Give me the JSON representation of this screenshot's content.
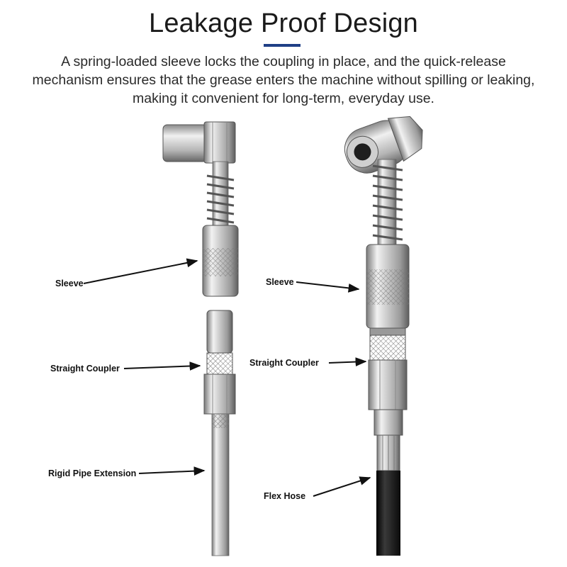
{
  "heading": {
    "title": "Leakage Proof Design",
    "accent_color": "#1f3f86"
  },
  "description": "A spring-loaded sleeve locks the coupling in place, and the quick-release mechanism ensures that the grease enters the machine without spilling or leaking, making it convenient for long-term, everyday use.",
  "left_assembly": {
    "callouts": [
      {
        "label": "Sleeve"
      },
      {
        "label": "Straight Coupler"
      },
      {
        "label": "Rigid Pipe Extension"
      }
    ]
  },
  "right_assembly": {
    "callouts": [
      {
        "label": "Sleeve"
      },
      {
        "label": "Straight Coupler"
      },
      {
        "label": "Flex Hose"
      }
    ]
  },
  "colors": {
    "metal_light": "#eeeeee",
    "metal_mid": "#b8b8b8",
    "metal_dark": "#6e6e6e",
    "hose": "#1b1b1b"
  }
}
